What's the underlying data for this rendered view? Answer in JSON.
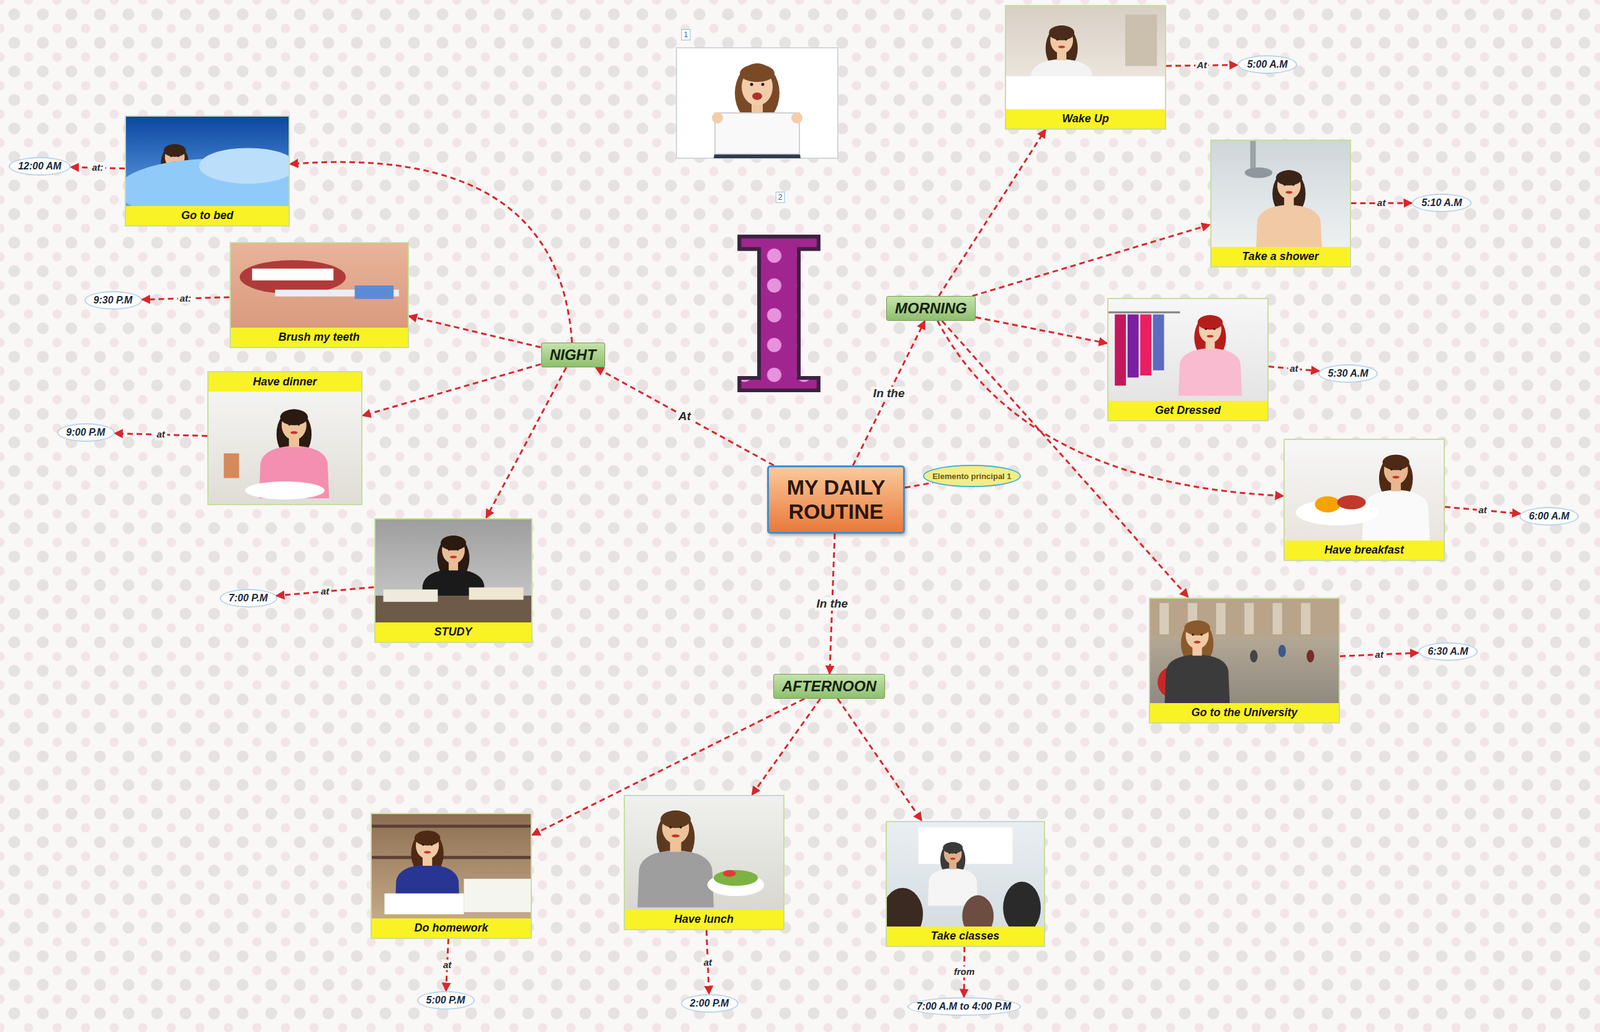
{
  "diagram": {
    "nodes": [
      {
        "text": [
          "MY DAILY ROUTINE"
        ]
      },
      {
        "text": [
          "Elemento principal 1"
        ]
      },
      {
        "text": [
          "MORNING"
        ]
      },
      {
        "text": [
          "AFTERNOON"
        ]
      },
      {
        "text": [
          "NIGHT"
        ]
      },
      {
        "text": [
          "Wake Up"
        ]
      },
      {
        "text": [
          "Take a shower"
        ]
      },
      {
        "text": [
          "Get Dressed"
        ]
      },
      {
        "text": [
          "Have breakfast"
        ]
      },
      {
        "text": [
          "Go to the University"
        ]
      },
      {
        "text": [
          "Take classes"
        ]
      },
      {
        "text": [
          "Have lunch"
        ]
      },
      {
        "text": [
          "Do homework"
        ]
      },
      {
        "text": [
          "STUDY"
        ]
      },
      {
        "text": [
          "Have dinner"
        ]
      },
      {
        "text": [
          "Brush my teeth"
        ]
      },
      {
        "text": [
          "Go to bed"
        ]
      },
      {
        "text": [
          "5:00 A.M"
        ]
      },
      {
        "text": [
          "5:10 A.M"
        ]
      },
      {
        "text": [
          "5:30 A.M"
        ]
      },
      {
        "text": [
          "6:00 A.M"
        ]
      },
      {
        "text": [
          "6:30 A.M"
        ]
      },
      {
        "text": [
          "7:00 A.M to 4:00 P.M"
        ]
      },
      {
        "text": [
          "2:00 P.M"
        ]
      },
      {
        "text": [
          "5:00 P.M"
        ]
      },
      {
        "text": [
          "7:00 P.M"
        ]
      },
      {
        "text": [
          "9:00 P.M"
        ]
      },
      {
        "text": [
          "9:30 P.M"
        ]
      },
      {
        "text": [
          "12:00 AM"
        ]
      }
    ],
    "edges": [
      {
        "from": 0,
        "to": 2,
        "arrow": "to",
        "label": "In the"
      },
      {
        "from": 0,
        "to": 3,
        "arrow": "to",
        "label": "In the"
      },
      {
        "from": 0,
        "to": 4,
        "arrow": "to",
        "label": "At"
      },
      {
        "from": 0,
        "to": 1,
        "arrow": "none"
      },
      {
        "from": 2,
        "to": 5,
        "arrow": "to"
      },
      {
        "from": 2,
        "to": 6,
        "arrow": "to"
      },
      {
        "from": 2,
        "to": 7,
        "arrow": "to"
      },
      {
        "from": 2,
        "to": 8,
        "arrow": "to"
      },
      {
        "from": 2,
        "to": 9,
        "arrow": "to"
      },
      {
        "from": 3,
        "to": 12,
        "arrow": "to"
      },
      {
        "from": 3,
        "to": 11,
        "arrow": "to"
      },
      {
        "from": 3,
        "to": 10,
        "arrow": "to"
      },
      {
        "from": 4,
        "to": 13,
        "arrow": "to"
      },
      {
        "from": 4,
        "to": 14,
        "arrow": "to"
      },
      {
        "from": 4,
        "to": 15,
        "arrow": "to"
      },
      {
        "from": 4,
        "to": 16,
        "arrow": "to"
      },
      {
        "from": 5,
        "to": 17,
        "arrow": "to",
        "label": "At"
      },
      {
        "from": 6,
        "to": 18,
        "arrow": "to",
        "label": "at"
      },
      {
        "from": 7,
        "to": 19,
        "arrow": "to",
        "label": "at"
      },
      {
        "from": 8,
        "to": 20,
        "arrow": "to",
        "label": "at"
      },
      {
        "from": 9,
        "to": 21,
        "arrow": "to",
        "label": "at"
      },
      {
        "from": 10,
        "to": 22,
        "arrow": "to",
        "label": "from"
      },
      {
        "from": 11,
        "to": 23,
        "arrow": "to",
        "label": "at"
      },
      {
        "from": 12,
        "to": 24,
        "arrow": "to",
        "label": "at"
      },
      {
        "from": 13,
        "to": 25,
        "arrow": "to",
        "label": "at"
      },
      {
        "from": 14,
        "to": 26,
        "arrow": "to",
        "label": "at"
      },
      {
        "from": 15,
        "to": 27,
        "arrow": "to",
        "label": "at:"
      },
      {
        "from": 16,
        "to": 28,
        "arrow": "to",
        "label": "at:"
      }
    ],
    "labels": [
      "I",
      "1",
      "2"
    ]
  }
}
